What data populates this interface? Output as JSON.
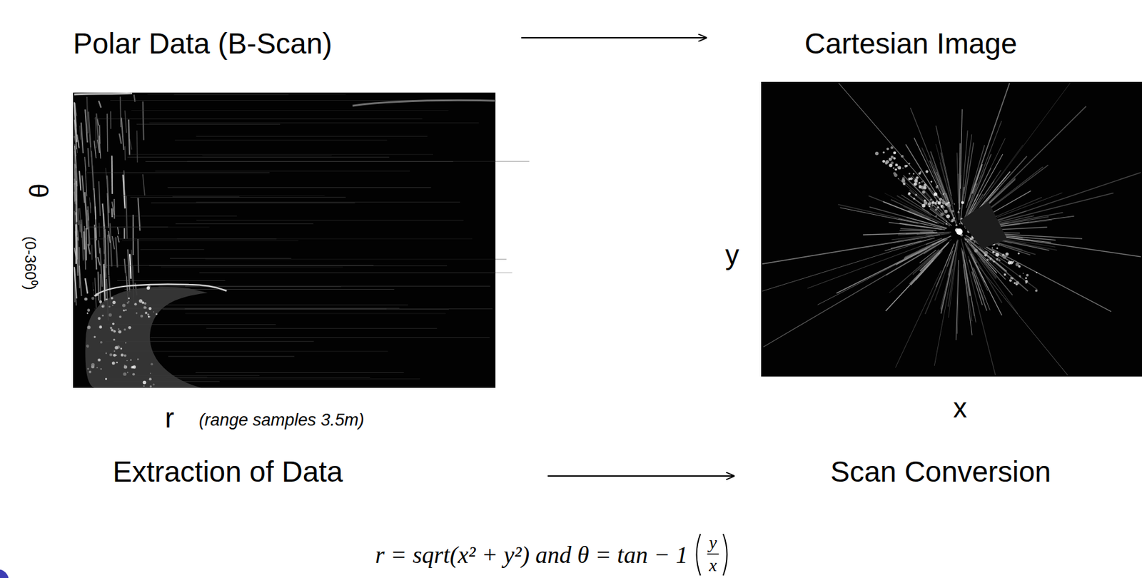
{
  "diagram": {
    "labels": [
      "Polar Data (B-Scan)",
      "Cartesian Image",
      "θ",
      "(0-360⁰)",
      "r",
      "(range samples 3.5m)",
      "y",
      "x",
      "Extraction of Data",
      "Scan Conversion",
      "r = sqrt(x² + y²) and θ = tan − 1",
      "y",
      "x"
    ]
  }
}
